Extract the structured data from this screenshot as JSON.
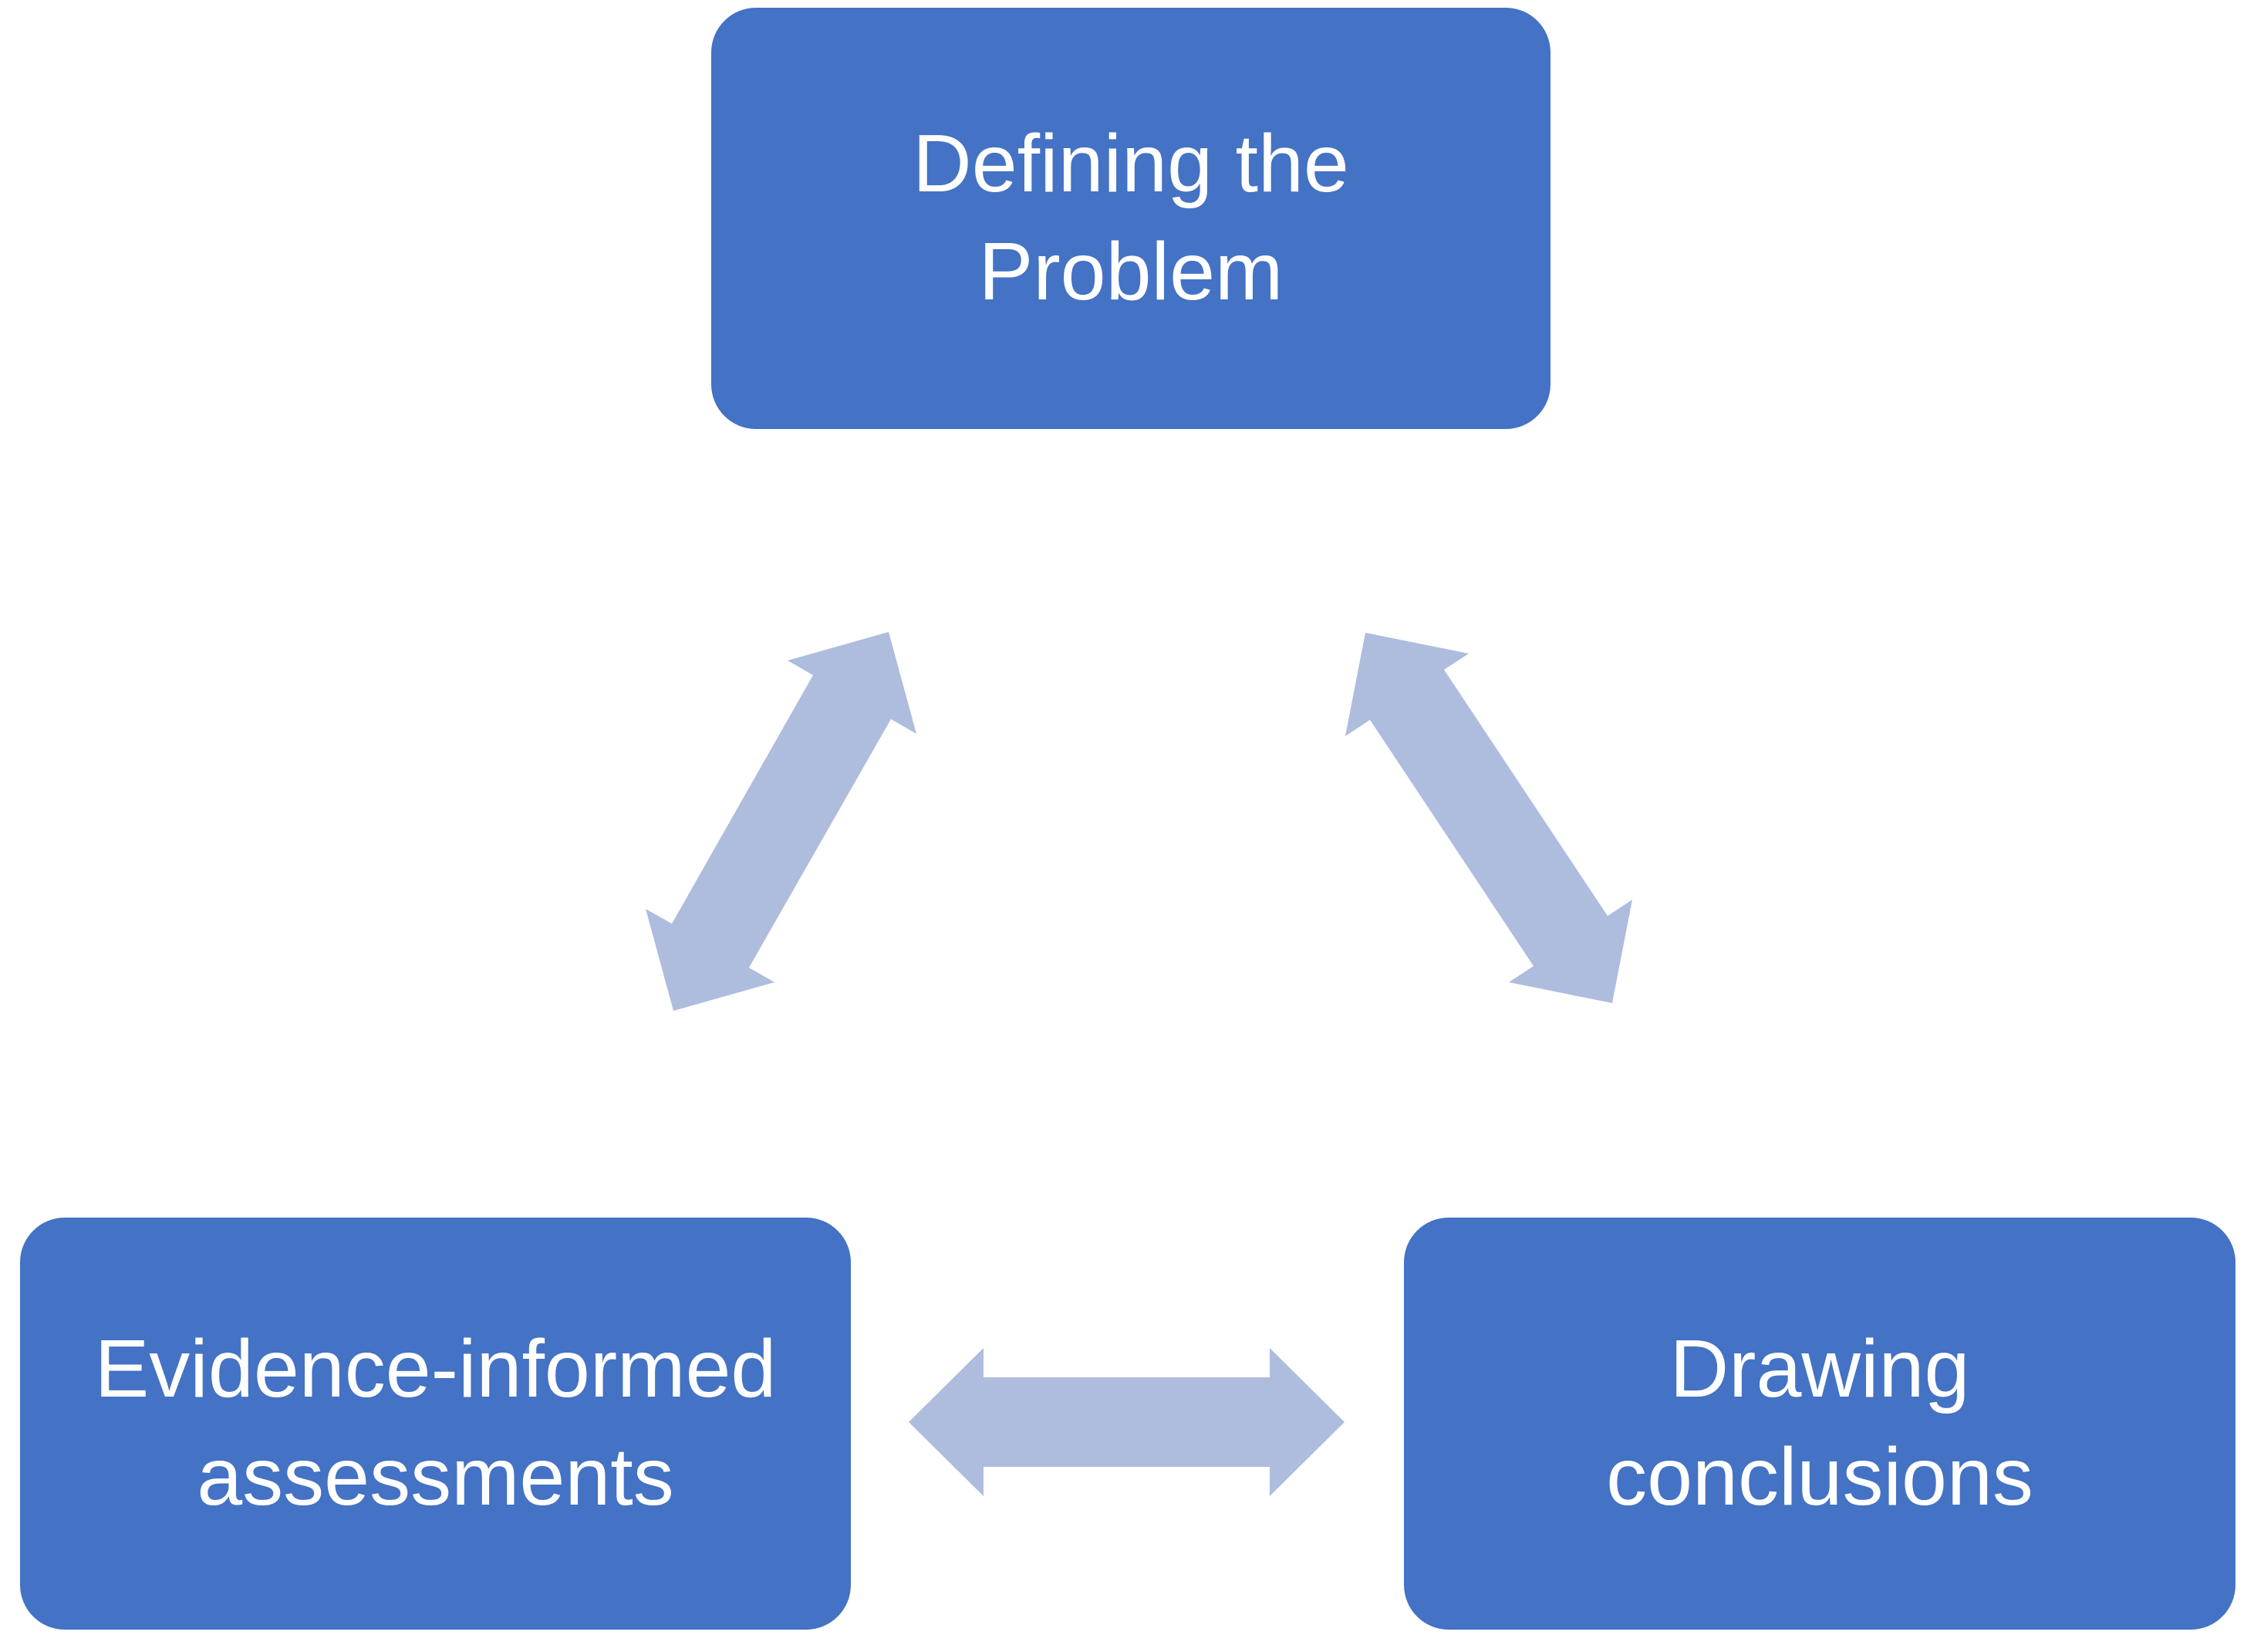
{
  "diagram": {
    "type": "cycle",
    "colors": {
      "background": "#ffffff",
      "node_fill": "#4472c4",
      "node_text": "#ffffff",
      "connector": "#aebcde"
    },
    "nodes": [
      {
        "id": "defining-the-problem",
        "position": "top",
        "label": "Defining the Problem",
        "lines": [
          "Defining the",
          "Problem"
        ]
      },
      {
        "id": "evidence-informed-assessments",
        "position": "bottom-left",
        "label": "Evidence-informed assessments",
        "lines": [
          "Evidence-informed",
          "assessments"
        ]
      },
      {
        "id": "drawing-conclusions",
        "position": "bottom-right",
        "label": "Drawing conclusions",
        "lines": [
          "Drawing",
          "conclusions"
        ]
      }
    ],
    "connectors": [
      {
        "id": "top-to-bottom-left",
        "from": "defining-the-problem",
        "to": "evidence-informed-assessments",
        "bidirectional": true
      },
      {
        "id": "top-to-bottom-right",
        "from": "defining-the-problem",
        "to": "drawing-conclusions",
        "bidirectional": true
      },
      {
        "id": "bottom-left-to-bottom-right",
        "from": "evidence-informed-assessments",
        "to": "drawing-conclusions",
        "bidirectional": true
      }
    ]
  }
}
